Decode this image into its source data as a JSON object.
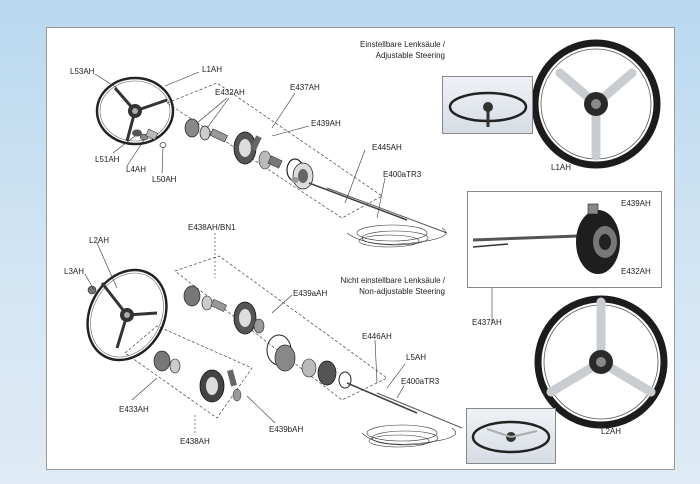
{
  "headers": {
    "adjustable_de": "Einstellbare Lenksäule /",
    "adjustable_en": "Adjustable Steering",
    "nonadjustable_de": "Nicht einstellbare Lenksäule /",
    "nonadjustable_en": "Non-adjustable Steering"
  },
  "labels": {
    "L53AH": "L53AH",
    "L1AH_top": "L1AH",
    "E432AH_top": "E432AH",
    "E437AH_top": "E437AH",
    "E439AH_top": "E439AH",
    "L51AH": "L51AH",
    "L4AH": "L4AH",
    "L50AH": "L50AH",
    "E445AH": "E445AH",
    "E400aTR3_top": "E400aTR3",
    "E438AH_BN1": "E438AH/BN1",
    "L2AH_left": "L2AH",
    "L3AH": "L3AH",
    "E439aAH": "E439aAH",
    "E446AH": "E446AH",
    "L5AH": "L5AH",
    "E400aTR3_bottom": "E400aTR3",
    "E433AH": "E433AH",
    "E439bAH": "E439bAH",
    "E438AH": "E438AH",
    "L1AH_photo": "L1AH",
    "E439AH_photo": "E439AH",
    "E432AH_photo": "E432AH",
    "E437AH_photo": "E437AH",
    "L2AH_photo": "L2AH"
  },
  "colors": {
    "background": "#c6dff1",
    "sheet": "#ffffff",
    "wheel_rim": "#1c1c1c",
    "spoke": "#c9ccd0"
  }
}
